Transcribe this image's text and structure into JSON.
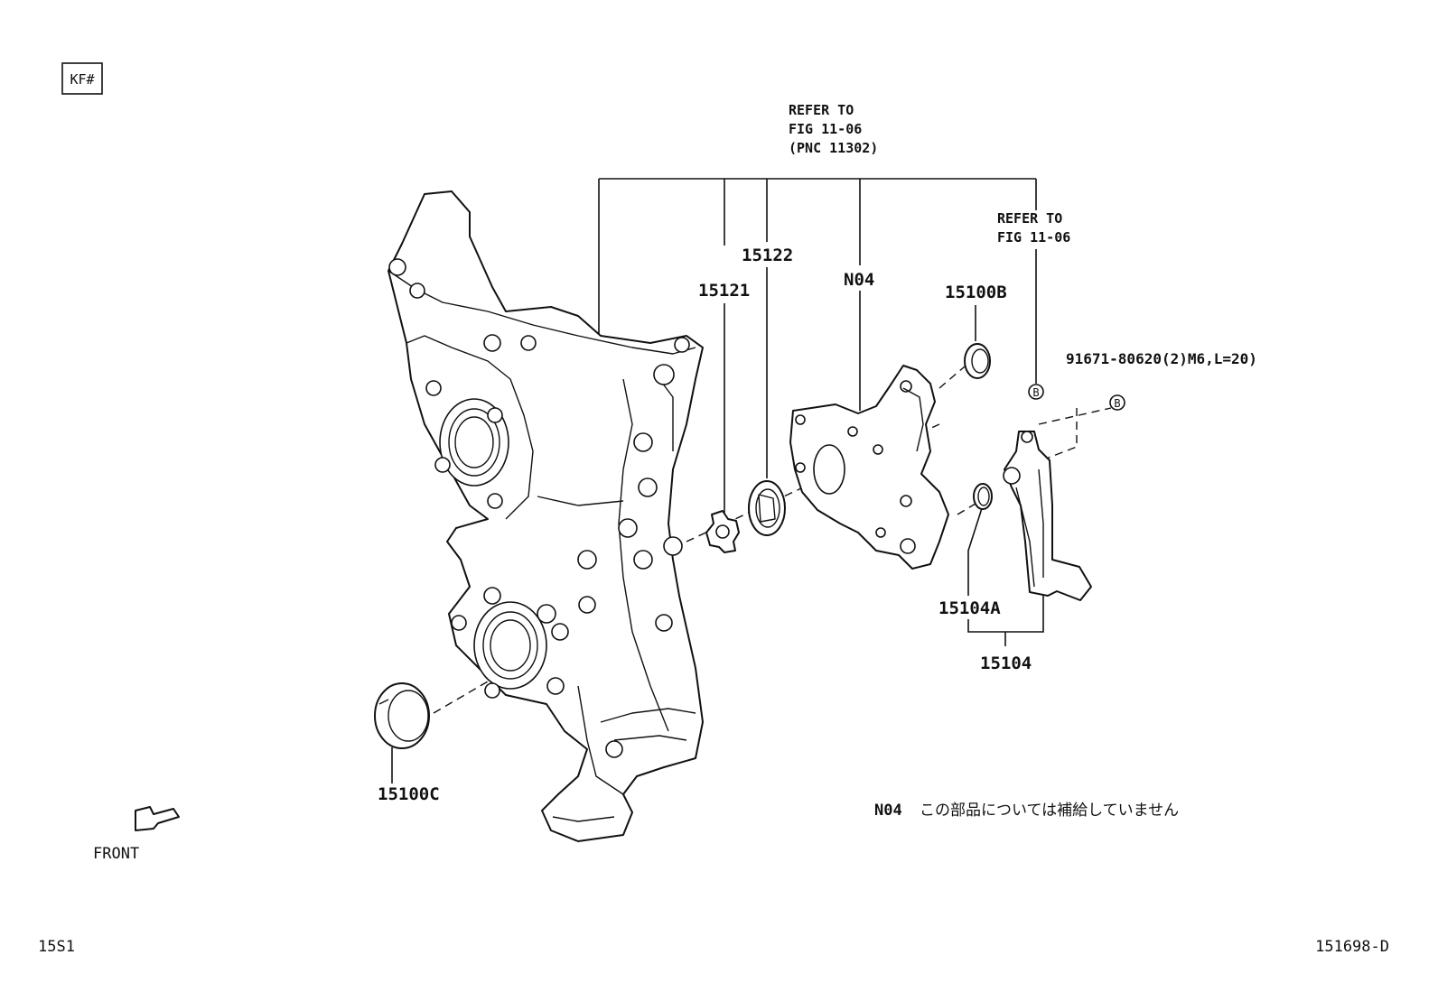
{
  "header": {
    "code_box": "KF#"
  },
  "refers": {
    "ref1_line1": "REFER TO",
    "ref1_line2": "FIG 11-06",
    "ref1_line3": "(PNC 11302)",
    "ref2_line1": "REFER TO",
    "ref2_line2": "FIG 11-06"
  },
  "parts": {
    "p15122": "15122",
    "p15121": "15121",
    "pN04": "N04",
    "p15100B": "15100B",
    "pBolt": "91671-80620(2)M6,L=20)",
    "p15104A": "15104A",
    "p15104": "15104",
    "p15100C": "15100C",
    "markerB": "B"
  },
  "note": {
    "code": "N04",
    "text": "この部品については補給していません"
  },
  "footer": {
    "front_label": "FRONT",
    "left_code": "15S1",
    "right_code": "151698-D"
  }
}
